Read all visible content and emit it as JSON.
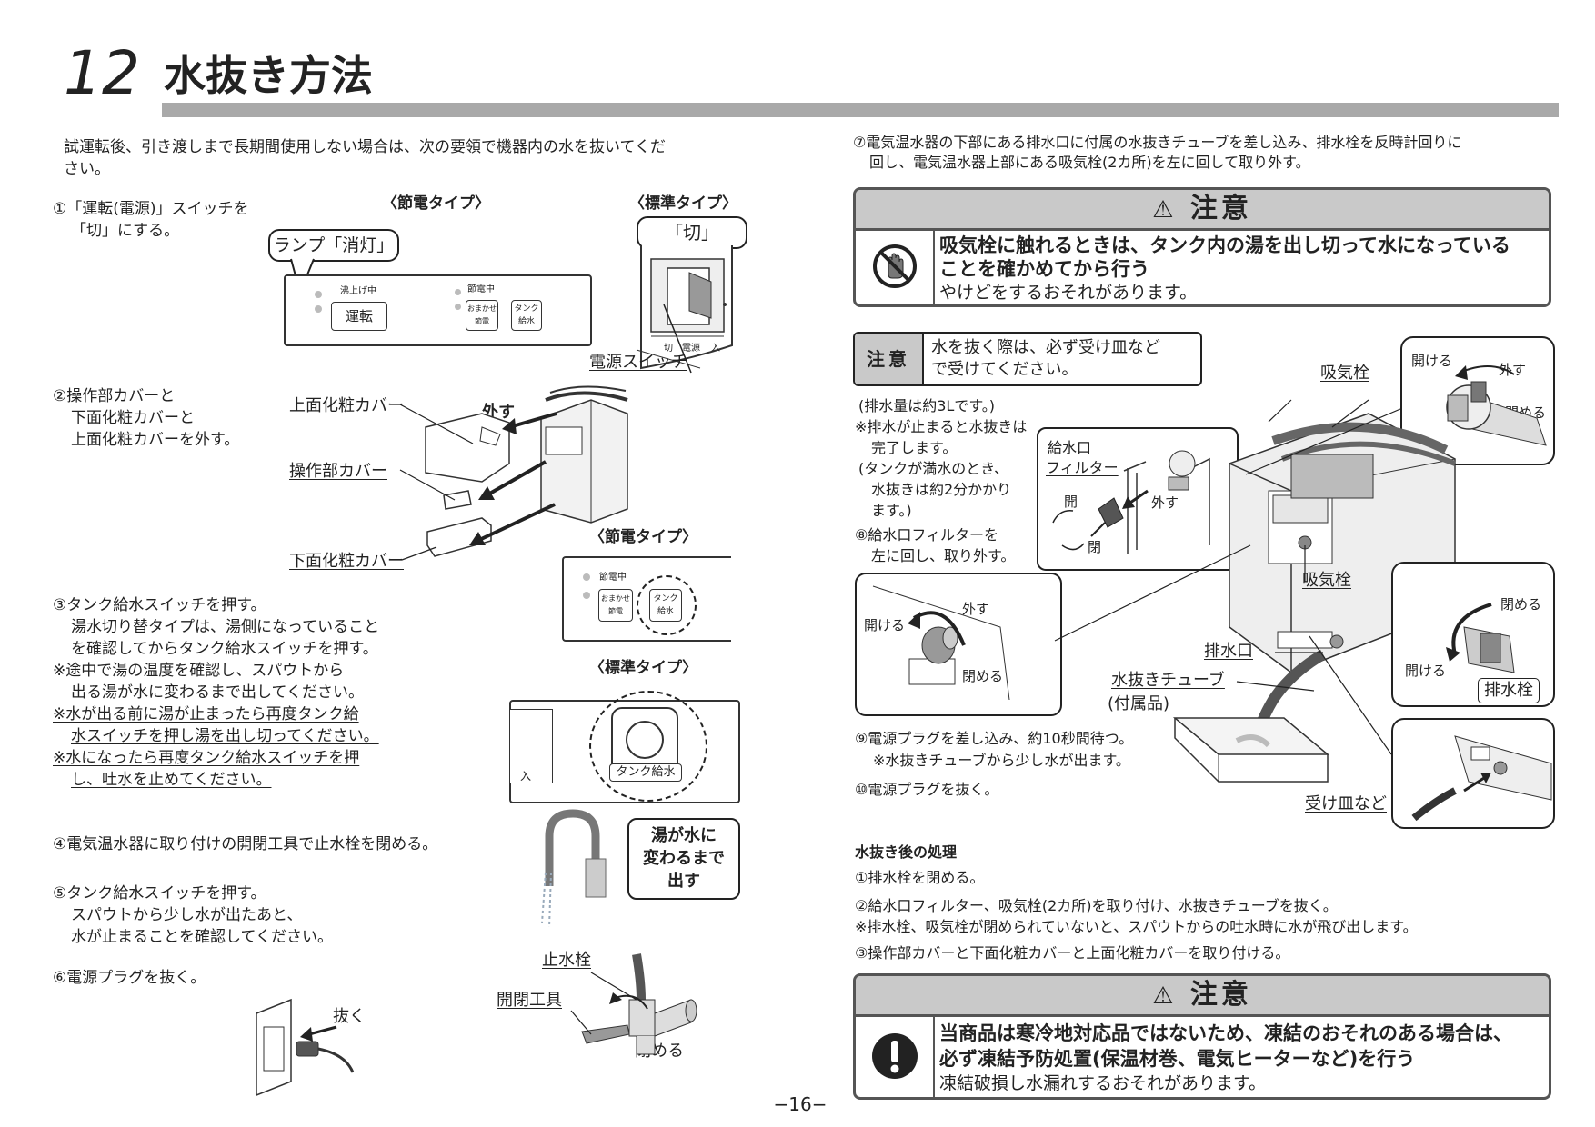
{
  "header": {
    "section_number": "12",
    "title": "水抜き方法"
  },
  "intro": {
    "line1": "試運転後、引き渡しまで長期間使用しない場合は、次の要領で機器内の水を抜いてくだ",
    "line2": "さい。"
  },
  "step1": {
    "line1": "①「運転(電源)」スイッチを",
    "line2": "「切」にする。",
    "eco_type_label": "〈節電タイプ〉",
    "std_type_label": "〈標準タイプ〉",
    "lamp_callout": "ランプ「消灯」",
    "off_callout": "「切」",
    "panel_boiling": "沸上げ中",
    "panel_run_button": "運転",
    "panel_eco_active": "節電中",
    "panel_omakase_line1": "おまかせ",
    "panel_omakase_line2": "節電",
    "panel_tank_line1": "タンク",
    "panel_tank_line2": "給水",
    "power_switch_label": "電源スイッチ",
    "switch_mark_left": "切",
    "switch_mark_mid": "電源",
    "switch_mark_right": "入"
  },
  "step2": {
    "line1": "②操作部カバーと",
    "line2": "下面化粧カバーと",
    "line3": "上面化粧カバーを外す。",
    "top_cover": "上面化粧カバー",
    "remove": "外す",
    "panel_cover": "操作部カバー",
    "bottom_cover": "下面化粧カバー"
  },
  "step3": {
    "line1": "③タンク給水スイッチを押す。",
    "line2": "湯水切り替タイプは、湯側になっていること",
    "line3": "を確認してからタンク給水スイッチを押す。",
    "note1_line1": "※途中で湯の温度を確認し、スパウトから",
    "note1_line2": "出る湯が水に変わるまで出してください。",
    "note2_line1": "※水が出る前に湯が止まったら再度タンク給",
    "note2_line2": "水スイッチを押し湯を出し切ってください。",
    "note3_line1": "※水になったら再度タンク給水スイッチを押",
    "note3_line2": "し、吐水を止めてください。",
    "eco_type_label": "〈節電タイプ〉",
    "std_type_label": "〈標準タイプ〉",
    "tank_button_label": "タンク給水",
    "switch_mark_right": "入"
  },
  "spout_callout": {
    "line1": "湯が水に",
    "line2": "変わるまで",
    "line3": "出す"
  },
  "step4": {
    "text": "④電気温水器に取り付けの開閉工具で止水栓を閉める。",
    "stop_valve": "止水栓",
    "tool": "開閉工具",
    "close": "閉める"
  },
  "step5": {
    "line1": "⑤タンク給水スイッチを押す。",
    "line2": "スパウトから少し水が出たあと、",
    "line3": "水が止まることを確認してください。"
  },
  "step6": {
    "text": "⑥電源プラグを抜く。",
    "pull": "抜く"
  },
  "step7": {
    "line1": "⑦電気温水器の下部にある排水口に付属の水抜きチューブを差し込み、排水栓を反時計回りに",
    "line2": "回し、電気温水器上部にある吸気栓(2カ所)を左に回して取り外す。"
  },
  "caution1": {
    "header": "注意",
    "line1": "吸気栓に触れるときは、タンク内の湯を出し切って水になっている",
    "line2": "ことを確かめてから行う",
    "sub": "やけどをするおそれがあります。"
  },
  "mini_caution": {
    "label": "注意",
    "line1": "水を抜く際は、必ず受け皿など",
    "line2": "で受けてください。"
  },
  "notes": {
    "n1": "(排水量は約3Lです。)",
    "n2_line1": "※排水が止まると水抜きは",
    "n2_line2": "完了します。",
    "n3_line1": "(タンクが満水のとき、",
    "n3_line2": "水抜きは約2分かかり",
    "n3_line3": "ます。)",
    "step8_line1": "⑧給水口フィルターを",
    "step8_line2": "左に回し、取り外す。"
  },
  "diagram": {
    "filter_line1": "給水口",
    "filter_line2": "フィルター",
    "open": "開",
    "close": "閉",
    "remove": "外す",
    "air_valve": "吸気栓",
    "drain_port": "排水口",
    "tube_line1": "水抜きチューブ",
    "tube_line2": "(付属品)",
    "drain_valve": "排水栓",
    "tray": "受け皿など",
    "open_verb": "開ける",
    "close_verb": "閉める"
  },
  "step9": {
    "line1": "⑨電源プラグを差し込み、約10秒間待つ。",
    "line2": "※水抜きチューブから少し水が出ます。"
  },
  "step10": {
    "text": "⑩電源プラグを抜く。"
  },
  "after": {
    "title": "水抜き後の処理",
    "s1": "①排水栓を閉める。",
    "s2": "②給水口フィルター、吸気栓(2カ所)を取り付け、水抜きチューブを抜く。",
    "s2_note": "※排水栓、吸気栓が閉められていないと、スパウトからの吐水時に水が飛び出します。",
    "s3": "③操作部カバーと下面化粧カバーと上面化粧カバーを取り付ける。"
  },
  "caution2": {
    "header": "注意",
    "line1": "当商品は寒冷地対応品ではないため、凍結のおそれのある場合は、",
    "line2": "必ず凍結予防処置(保温材巻、電気ヒーターなど)を行う",
    "sub": "凍結破損し水漏れするおそれがあります。"
  },
  "footer": {
    "page": "−16−"
  },
  "colors": {
    "bar_gray": "#a9a9a9",
    "caution_gray": "#c9c9c9"
  }
}
